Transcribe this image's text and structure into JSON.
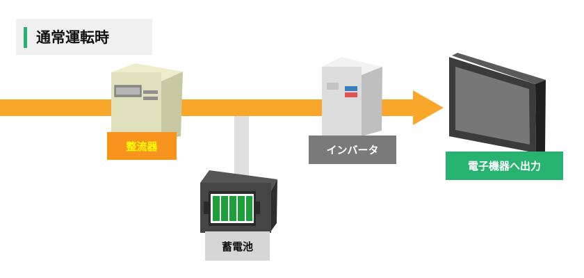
{
  "title": "通常運転時",
  "labels": {
    "rectifier": "整流器",
    "inverter": "インバータ",
    "battery": "蓄電池",
    "output": "電子機器へ出力"
  },
  "colors": {
    "flow_arrow": "#f9a72b",
    "accent_green": "#27b36f",
    "rectifier_label": "#f7941d",
    "rectifier_text": "#ffff00",
    "inverter_label": "#7a7a7a",
    "battery_label": "#d6d6d6",
    "battery_cells": "#1e9f3c"
  },
  "icons": [
    "rectifier-cabinet-icon",
    "inverter-cabinet-icon",
    "battery-icon",
    "monitor-icon"
  ]
}
